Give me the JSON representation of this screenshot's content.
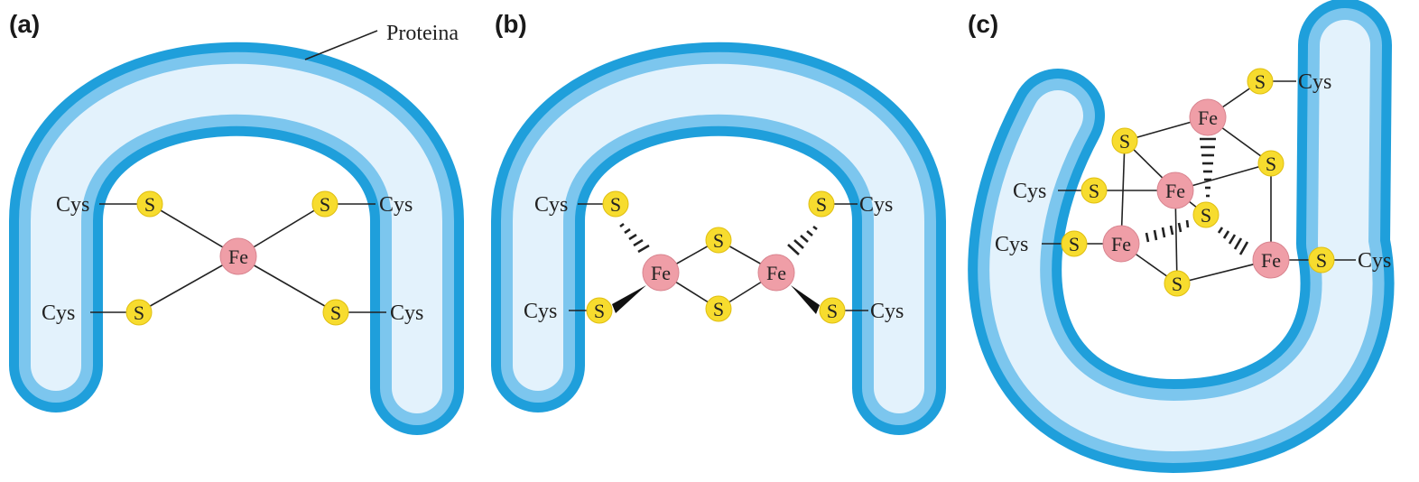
{
  "panels": {
    "a": {
      "label": "(a)",
      "protein_label": "Proteina"
    },
    "b": {
      "label": "(b)"
    },
    "c": {
      "label": "(c)"
    }
  },
  "atoms": {
    "sulfur": "S",
    "iron": "Fe",
    "cysteine": "Cys"
  },
  "colors": {
    "protein": "#1f9fdb",
    "sulfur": "#f7dc2e",
    "iron": "#ef9ea7"
  }
}
